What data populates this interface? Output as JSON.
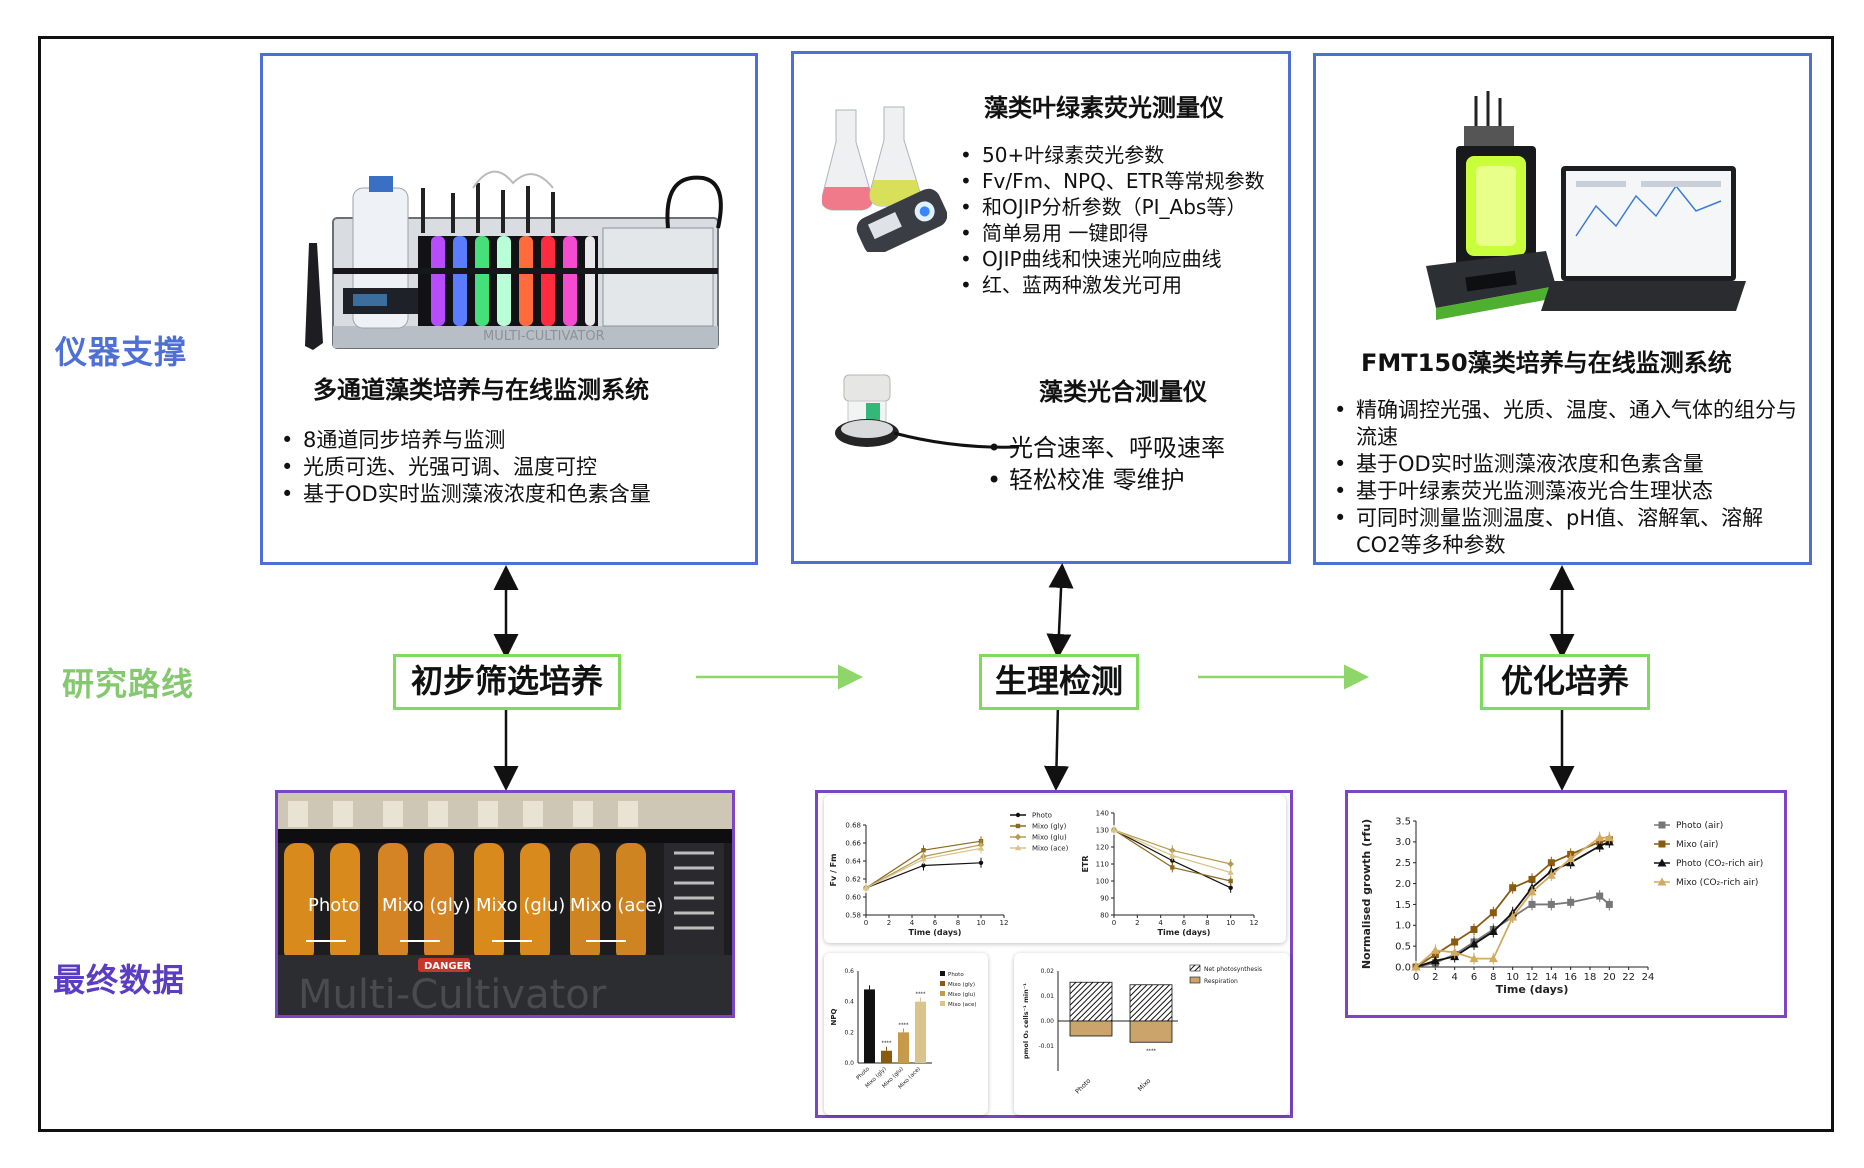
{
  "rows": {
    "instrument": "仪器支撑",
    "route": "研究路线",
    "data": "最终数据"
  },
  "colors": {
    "instrument_label": "#4e6fd6",
    "route_label": "#86c86f",
    "data_label": "#5b3cc4",
    "box_blue": "#4e6fd6",
    "box_purple": "#7b45c4",
    "route_green": "#7fdc5a"
  },
  "box1": {
    "title": "多通道藻类培养与在线监测系统",
    "bullets": [
      "8通道同步培养与监测",
      "光质可选、光强可调、温度可控",
      "基于OD实时监测藻液浓度和色素含量"
    ],
    "photo": "multi-cultivator-photo",
    "device_text": "MULTI-CULTIVATOR"
  },
  "box2": {
    "title1": "藻类叶绿素荧光测量仪",
    "bullets1": [
      "50+叶绿素荧光参数",
      "Fv/Fm、NPQ、ETR等常规参数",
      "和OJIP分析参数（PI_Abs等）",
      "简单易用 一键即得",
      "OJIP曲线和快速光响应曲线",
      "红、蓝两种激发光可用"
    ],
    "title2": "藻类光合测量仪",
    "bullets2": [
      "光合速率、呼吸速率",
      "轻松校准 零维护"
    ],
    "photo1": "flask-fluorometer-photo",
    "photo2": "oxygen-sensor-photo"
  },
  "box3": {
    "title": "FMT150藻类培养与在线监测系统",
    "bullets": [
      "精确调控光强、光质、温度、通入气体的组分与流速",
      "基于OD实时监测藻液浓度和色素含量",
      "基于叶绿素荧光监测藻液光合生理状态",
      "可同时测量监测温度、pH值、溶解氧、溶解CO2等多种参数"
    ],
    "photo": "fmt150-photo"
  },
  "route": {
    "step1": "初步筛选培养",
    "step2": "生理检测",
    "step3": "优化培养"
  },
  "data1": {
    "labels": [
      "Photo",
      "Mixo (gly)",
      "Mixo (glu)",
      "Mixo (ace)"
    ],
    "warning_label": "DANGER",
    "watermark": "Multi-Cultivator",
    "photo": "culture-tubes-photo"
  },
  "chart_data": [
    {
      "type": "line",
      "ylabel": "Fv / Fm",
      "xlabel": "Time (days)",
      "xlim": [
        0,
        12
      ],
      "ylim": [
        0.58,
        0.68
      ],
      "xticks": [
        0,
        2,
        4,
        6,
        8,
        10,
        12
      ],
      "yticks": [
        "0.58",
        "0.60",
        "0.62",
        "0.64",
        "0.66",
        "0.68"
      ],
      "x": [
        0,
        5,
        10
      ],
      "series": [
        {
          "name": "Photo",
          "color": "#111111",
          "values": [
            0.61,
            0.635,
            0.638
          ]
        },
        {
          "name": "Mixo (gly)",
          "color": "#8a6a1e",
          "values": [
            0.61,
            0.652,
            0.662
          ]
        },
        {
          "name": "Mixo (glu)",
          "color": "#b89a4e",
          "values": [
            0.61,
            0.645,
            0.658
          ]
        },
        {
          "name": "Mixo (ace)",
          "color": "#d9c48c",
          "values": [
            0.61,
            0.642,
            0.654
          ]
        }
      ]
    },
    {
      "type": "line",
      "ylabel": "ETR",
      "xlabel": "Time (days)",
      "xlim": [
        0,
        12
      ],
      "ylim": [
        80,
        140
      ],
      "xticks": [
        0,
        2,
        4,
        6,
        8,
        10,
        12
      ],
      "yticks": [
        "80",
        "90",
        "100",
        "110",
        "120",
        "130",
        "140"
      ],
      "x": [
        0,
        5,
        10
      ],
      "series": [
        {
          "name": "Photo",
          "color": "#111111",
          "values": [
            130,
            112,
            96
          ]
        },
        {
          "name": "Mixo (gly)",
          "color": "#8a6a1e",
          "values": [
            130,
            108,
            100
          ]
        },
        {
          "name": "Mixo (glu)",
          "color": "#b89a4e",
          "values": [
            130,
            118,
            110
          ]
        },
        {
          "name": "Mixo (ace)",
          "color": "#d9c48c",
          "values": [
            130,
            115,
            105
          ]
        }
      ]
    },
    {
      "type": "bar",
      "ylabel": "NPQ",
      "ylim": [
        0,
        0.6
      ],
      "yticks": [
        "0.0",
        "0.2",
        "0.4",
        "0.6"
      ],
      "categories": [
        "Photo",
        "Mixo (gly)",
        "Mixo (glu)",
        "Mixo (ace)"
      ],
      "values": [
        0.48,
        0.08,
        0.2,
        0.4
      ],
      "colors": [
        "#111111",
        "#8a5a10",
        "#c79a4a",
        "#d9c48c"
      ],
      "significance": [
        "",
        "****",
        "****",
        "****"
      ],
      "legend": [
        "Photo",
        "Mixo (gly)",
        "Mixo (glu)",
        "Mixo (ace)"
      ]
    },
    {
      "type": "bar",
      "ylabel": "pmol O₂ cells⁻¹ min⁻¹",
      "ylim": [
        -0.02,
        0.02
      ],
      "yticks": [
        "0.02",
        "0.01",
        "0.00",
        "-0.01"
      ],
      "categories": [
        "Photo",
        "Mixo"
      ],
      "series": [
        {
          "name": "Net photosynthesis",
          "values": [
            0.0155,
            0.0145
          ]
        },
        {
          "name": "Respiration",
          "values": [
            -0.006,
            -0.0085
          ]
        }
      ],
      "significance": [
        "",
        "****"
      ]
    },
    {
      "type": "line",
      "ylabel": "Normalised growth (rfu)",
      "xlabel": "Time (days)",
      "xlim": [
        0,
        24
      ],
      "ylim": [
        0,
        3.5
      ],
      "xticks": [
        0,
        2,
        4,
        6,
        8,
        10,
        12,
        14,
        16,
        18,
        20,
        22,
        24
      ],
      "yticks": [
        "0.0",
        "0.5",
        "1.0",
        "1.5",
        "2.0",
        "2.5",
        "3.0",
        "3.5"
      ],
      "series": [
        {
          "name": "Photo (air)",
          "color": "#777777",
          "x": [
            0,
            2,
            4,
            6,
            8,
            10,
            12,
            14,
            16,
            19,
            20
          ],
          "values": [
            0,
            0.1,
            0.3,
            0.6,
            0.9,
            1.2,
            1.5,
            1.5,
            1.55,
            1.7,
            1.5
          ]
        },
        {
          "name": "Mixo (air)",
          "color": "#8a5a10",
          "x": [
            0,
            2,
            4,
            6,
            8,
            10,
            12,
            14,
            16,
            19,
            20
          ],
          "values": [
            0,
            0.3,
            0.6,
            0.9,
            1.3,
            1.9,
            2.1,
            2.5,
            2.7,
            3.0,
            3.05
          ]
        },
        {
          "name": "Photo (CO₂-rich air)",
          "color": "#111111",
          "x": [
            0,
            2,
            4,
            6,
            8,
            10,
            12,
            14,
            16,
            19,
            20
          ],
          "values": [
            0,
            0.15,
            0.25,
            0.55,
            0.85,
            1.3,
            1.9,
            2.3,
            2.5,
            2.9,
            3.0
          ]
        },
        {
          "name": "Mixo (CO₂-rich air)",
          "color": "#d2aa60",
          "x": [
            0,
            2,
            4,
            6,
            8,
            10,
            12,
            14,
            16,
            19,
            20
          ],
          "values": [
            0,
            0.4,
            0.35,
            0.2,
            0.2,
            1.2,
            1.8,
            2.2,
            2.6,
            3.1,
            3.1
          ]
        }
      ]
    }
  ]
}
